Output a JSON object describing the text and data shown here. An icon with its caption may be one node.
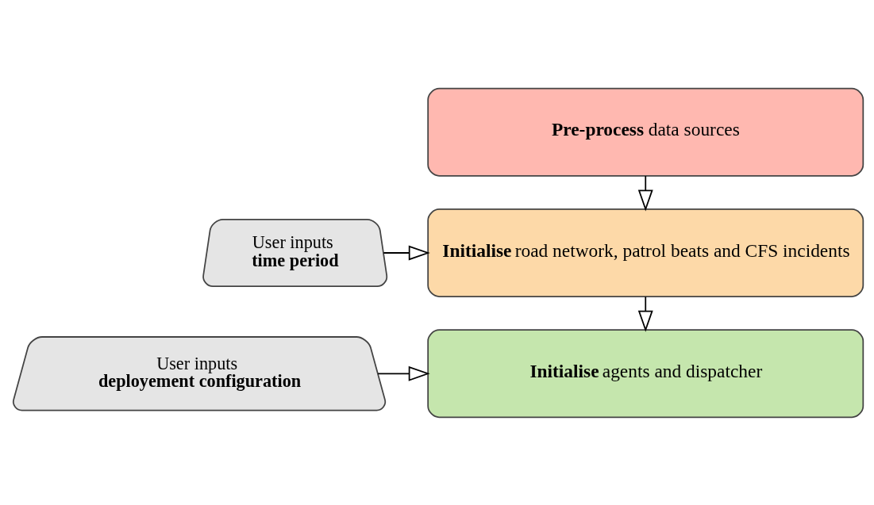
{
  "diagram": {
    "nodes": [
      {
        "text": [
          "**Pre-process** data sources"
        ]
      },
      {
        "text": [
          "User inputs **time period**"
        ]
      },
      {
        "text": [
          "**Initialise** road network, patrol beats and CFS incidents"
        ]
      },
      {
        "text": [
          "User inputs **deployement configuration**"
        ]
      },
      {
        "text": [
          "**Initialise** agents and dispatcher"
        ]
      }
    ],
    "edges": [
      {
        "from": 0,
        "to": 2,
        "arrow": "to"
      },
      {
        "from": 1,
        "to": 2,
        "arrow": "to"
      },
      {
        "from": 2,
        "to": 4,
        "arrow": "to"
      },
      {
        "from": 3,
        "to": 4,
        "arrow": "to"
      }
    ]
  }
}
